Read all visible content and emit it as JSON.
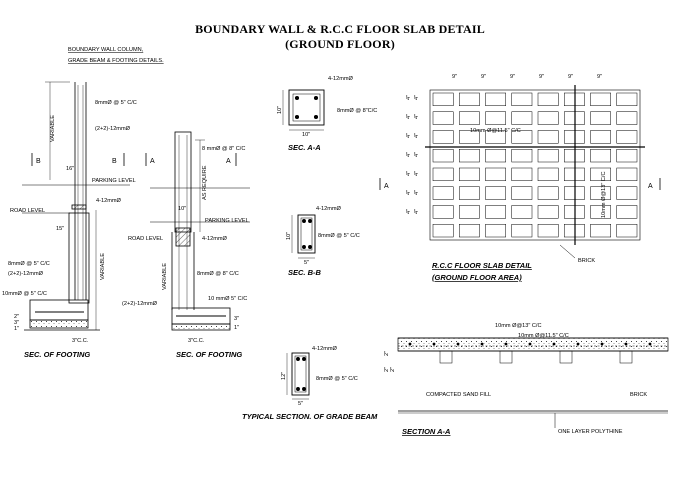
{
  "title_line1": "BOUNDARY WALL & R.C.C FLOOR SLAB DETAIL",
  "title_line2": "(GROUND FLOOR)",
  "col_detail_header": [
    "BOUNDARY WALL COLUMN,",
    "GRADE BEAM & FOOTING DETAILS."
  ],
  "footing1": {
    "variable_top": "VARIABLE",
    "variable_bottom": "VARIABLE",
    "ring_note": "8mmØ @ 5\" C/C",
    "bars_note": "(2+2)-12mmØ",
    "parking": "PARKING LEVEL",
    "beam_bars": "4-12mmØ",
    "road": "ROAD LEVEL",
    "dim_16": "16\"",
    "dim_15": "15\"",
    "dim_3": "3\"",
    "dim_1": "1\"",
    "dim_2": "2\"",
    "ring2": "8mmØ @ 5\" C/C",
    "bars2": "(2+2)-12mmØ",
    "mesh": "10mmØ @ 5\" C/C",
    "cc": "3\"C.C.",
    "sec_b_left": "B",
    "sec_b_right": "B",
    "caption": "SEC. OF FOOTING"
  },
  "footing2": {
    "ring_note": "8 mmØ @ 8\" C/C",
    "as_require": "AS REQUIRE",
    "parking": "PARKING LEVEL",
    "dim_10": "10\"",
    "road": "ROAD LEVEL",
    "beam_bars": "4-12mmØ",
    "variable": "VARIABLE",
    "ring2": "8mmØ @ 8\" C/C",
    "mesh": "10 mmØ 5\" C/C",
    "bars": "(2+2)-12mmØ",
    "dim_3": "3\"",
    "dim_1": "1\"",
    "cc": "3\"C.C.",
    "sec_a_left": "A",
    "sec_a_right": "A",
    "caption": "SEC. OF FOOTING"
  },
  "sec_aa": {
    "bars": "4-12mmØ",
    "ties": "8mmØ @ 8\"C/C",
    "dim_h": "10\"",
    "dim_w": "10\"",
    "caption": "SEC. A-A"
  },
  "sec_bb": {
    "bars": "4-12mmØ",
    "ties": "8mmØ @ 5\" C/C",
    "dim_h": "10\"",
    "dim_w": "5\"",
    "caption": "SEC. B-B"
  },
  "grade_beam": {
    "bars": "4-12mmØ",
    "ties": "8mmØ @ 5\" C/C",
    "dim_h": "12\"",
    "dim_w": "5\"",
    "caption": "TYPICAL SECTION. OF GRADE BEAM"
  },
  "slab_plan": {
    "top_dims": [
      "9\"",
      "9\"",
      "9\"",
      "9\"",
      "9\"",
      "9\""
    ],
    "side_dims": [
      "4\"",
      "4\"",
      "4\"",
      "4\"",
      "4\"",
      "4\"",
      "4\"",
      "4\"",
      "4\"",
      "4\"",
      "4\"",
      "4\"",
      "4\"",
      "4\""
    ],
    "bar_x": "10mm Ø@11.5\" C/C",
    "bar_y": "10mm Ø@13\" C/C",
    "sec_left": "A",
    "sec_right": "A",
    "brick": "BRICK",
    "caption1": "R.C.C FLOOR SLAB DETAIL",
    "caption2": "(GROUND FLOOR AREA)"
  },
  "section_aa_slab": {
    "bar1": "10mm Ø@13\" C/C",
    "bar2": "10mm Ø@11.5\" C/C",
    "dim_a": "2\"",
    "dim_b": "2\"",
    "dim_c": "2\"",
    "sand": "COMPACTED SAND FILL",
    "brick": "BRICK",
    "poly": "ONE LAYER POLYTHINE",
    "caption": "SECTION A-A"
  }
}
